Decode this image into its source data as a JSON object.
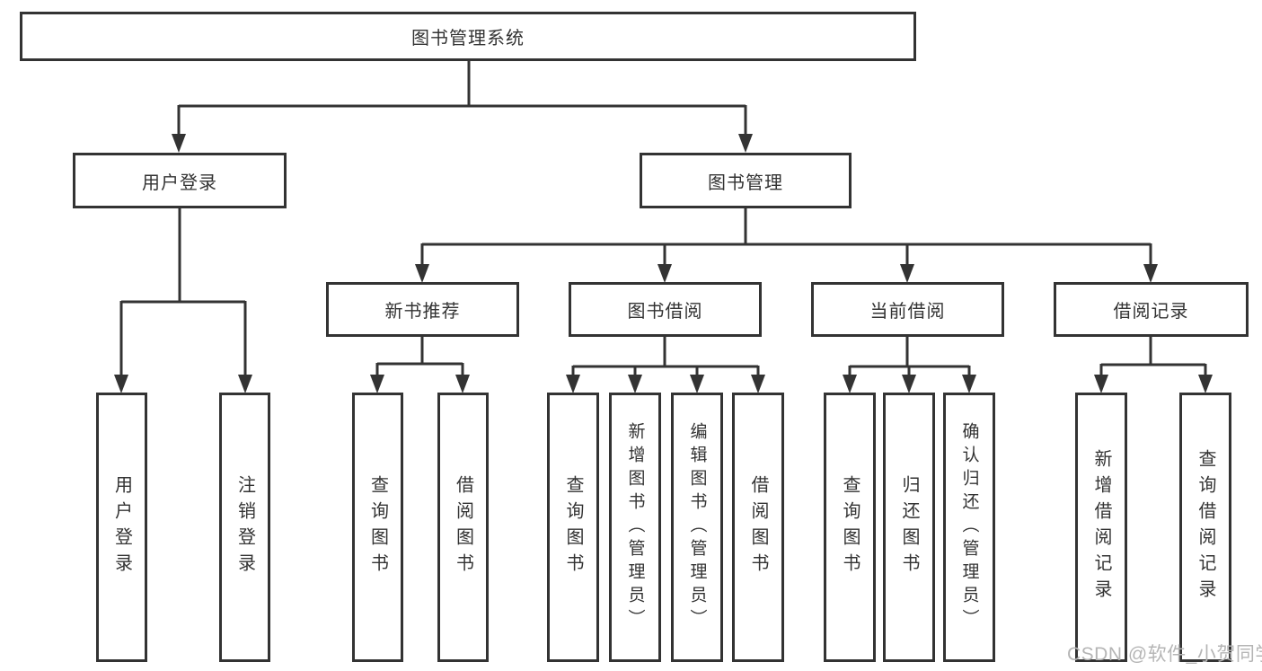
{
  "diagram": {
    "root": {
      "label": "图书管理系统"
    },
    "level2": [
      {
        "id": "user-login",
        "label": "用户登录"
      },
      {
        "id": "book-management",
        "label": "图书管理"
      }
    ],
    "level3": [
      {
        "id": "new-book-recommend",
        "label": "新书推荐"
      },
      {
        "id": "book-borrowing",
        "label": "图书借阅"
      },
      {
        "id": "current-borrowing",
        "label": "当前借阅"
      },
      {
        "id": "borrowing-records",
        "label": "借阅记录"
      }
    ],
    "leaves": [
      {
        "id": "user-login-leaf",
        "label": "用户登录"
      },
      {
        "id": "logout-leaf",
        "label": "注销登录"
      },
      {
        "id": "query-book-recommend",
        "label": "查询图书"
      },
      {
        "id": "borrow-book-recommend",
        "label": "借阅图书"
      },
      {
        "id": "query-book-borrowing",
        "label": "查询图书"
      },
      {
        "id": "add-book-admin",
        "label": "新增图书（管理员）"
      },
      {
        "id": "edit-book-admin",
        "label": "编辑图书（管理员）"
      },
      {
        "id": "borrow-book-borrowing",
        "label": "借阅图书"
      },
      {
        "id": "query-book-current",
        "label": "查询图书"
      },
      {
        "id": "return-book",
        "label": "归还图书"
      },
      {
        "id": "confirm-return-admin",
        "label": "确认归还（管理员）"
      },
      {
        "id": "add-borrow-record",
        "label": "新增借阅记录"
      },
      {
        "id": "query-borrow-record",
        "label": "查询借阅记录"
      }
    ]
  },
  "watermark": {
    "text": "CSDN @软件_小贺同学"
  },
  "colors": {
    "line": "#333333",
    "box_border": "#333333",
    "box_fill": "#ffffff",
    "text": "#333333",
    "watermark": "#b5b5b5",
    "background": "#ffffff"
  }
}
